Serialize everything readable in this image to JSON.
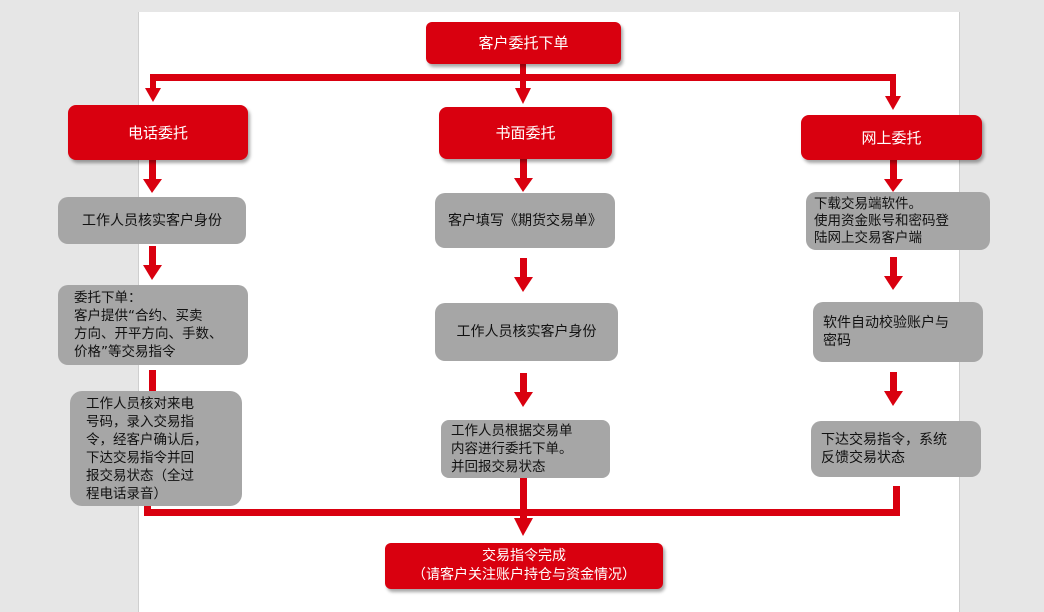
{
  "start": "客户委托下单",
  "branches": {
    "phone": {
      "title": "电话委托",
      "steps": [
        "工作人员核实客户身份",
        "委托下单：\n客户提供“合约、买卖\n方向、开平方向、手数、\n价格”等交易指令",
        "工作人员核对来电\n号码，录入交易指\n令，经客户确认后，\n下达交易指令并回\n报交易状态（全过\n程电话录音）"
      ]
    },
    "written": {
      "title": "书面委托",
      "steps": [
        "客户填写《期货交易单》",
        "工作人员核实客户身份",
        "工作人员根据交易单\n内容进行委托下单。\n并回报交易状态"
      ]
    },
    "online": {
      "title": "网上委托",
      "steps": [
        "下载交易端软件。\n使用资金账号和密码登\n陆网上交易客户端",
        "软件自动校验账户与\n密码",
        "下达交易指令，系统\n反馈交易状态"
      ]
    }
  },
  "end": "交易指令完成\n（请客户关注账户持仓与资金情况）",
  "colors": {
    "accent": "#d9000f",
    "step_box": "#a6a6a6",
    "background": "#e6e6e6"
  }
}
